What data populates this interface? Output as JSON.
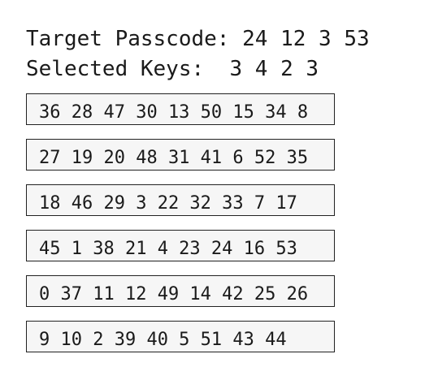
{
  "header": {
    "target_label": "Target Passcode:",
    "target_value": "24 12 3 53",
    "selected_label": "Selected Keys:",
    "selected_value": "3 4 2 3"
  },
  "key_rows": [
    "36 28 47 30 13 50 15 34 8",
    "27 19 20 48 31 41 6 52 35",
    "18 46 29 3 22 32 33 7 17",
    "45 1 38 21 4 23 24 16 53",
    "0 37 11 12 49 14 42 25 26",
    "9 10 2 39 40 5 51 43 44"
  ]
}
